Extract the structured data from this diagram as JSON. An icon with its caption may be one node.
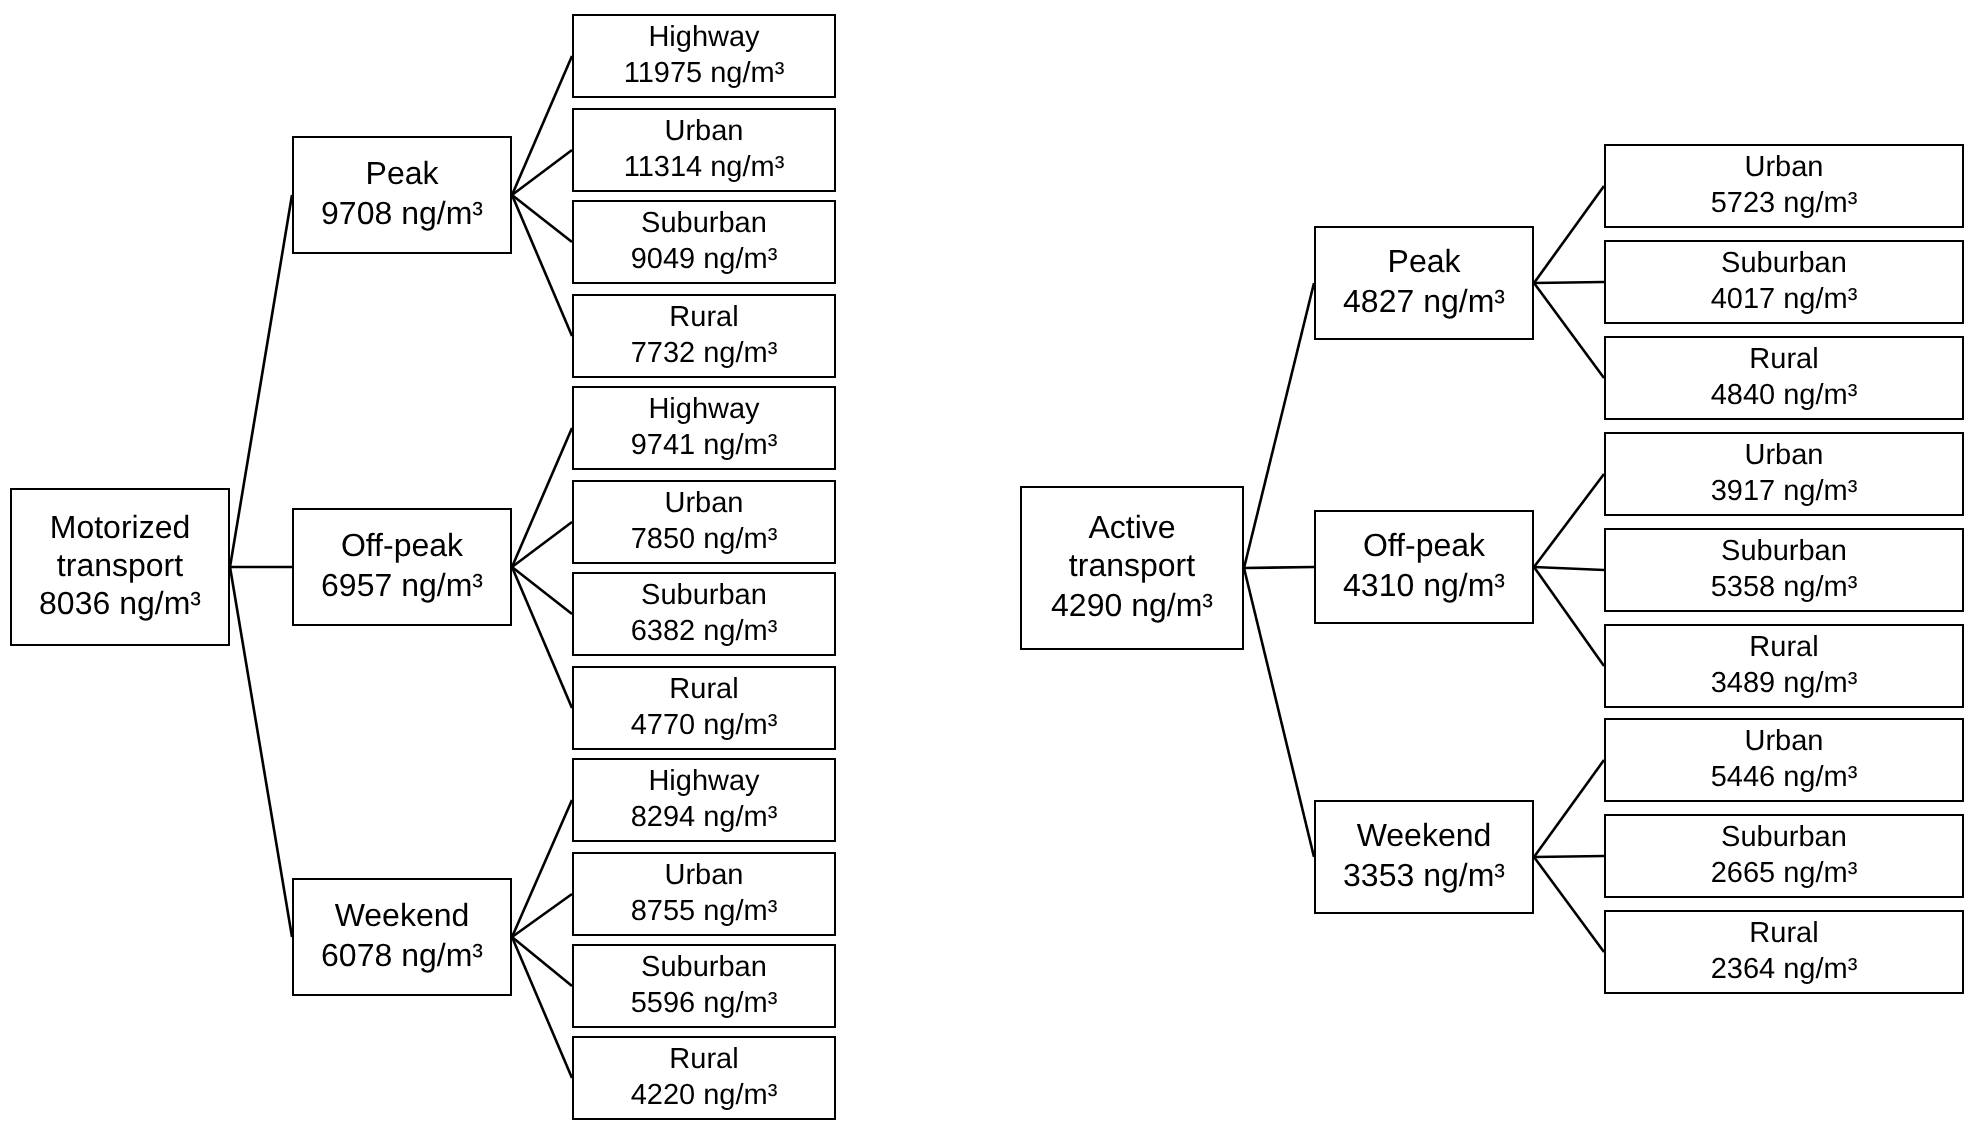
{
  "diagram": {
    "nodes": [
      {
        "text": [
          "Motorized transport",
          "8036 ng/m³"
        ]
      },
      {
        "text": [
          "Peak",
          "9708 ng/m³"
        ]
      },
      {
        "text": [
          "Highway",
          "11975 ng/m³"
        ]
      },
      {
        "text": [
          "Urban",
          "11314 ng/m³"
        ]
      },
      {
        "text": [
          "Suburban",
          "9049 ng/m³"
        ]
      },
      {
        "text": [
          "Rural",
          "7732 ng/m³"
        ]
      },
      {
        "text": [
          "Off-peak",
          "6957 ng/m³"
        ]
      },
      {
        "text": [
          "Highway",
          "9741 ng/m³"
        ]
      },
      {
        "text": [
          "Urban",
          "7850 ng/m³"
        ]
      },
      {
        "text": [
          "Suburban",
          "6382 ng/m³"
        ]
      },
      {
        "text": [
          "Rural",
          "4770 ng/m³"
        ]
      },
      {
        "text": [
          "Weekend",
          "6078 ng/m³"
        ]
      },
      {
        "text": [
          "Highway",
          "8294 ng/m³"
        ]
      },
      {
        "text": [
          "Urban",
          "8755 ng/m³"
        ]
      },
      {
        "text": [
          "Suburban",
          "5596 ng/m³"
        ]
      },
      {
        "text": [
          "Rural",
          "4220 ng/m³"
        ]
      },
      {
        "text": [
          "Active transport",
          "4290 ng/m³"
        ]
      },
      {
        "text": [
          "Peak",
          "4827 ng/m³"
        ]
      },
      {
        "text": [
          "Urban",
          "5723 ng/m³"
        ]
      },
      {
        "text": [
          "Suburban",
          "4017 ng/m³"
        ]
      },
      {
        "text": [
          "Rural",
          "4840 ng/m³"
        ]
      },
      {
        "text": [
          "Off-peak",
          "4310 ng/m³"
        ]
      },
      {
        "text": [
          "Urban",
          "3917 ng/m³"
        ]
      },
      {
        "text": [
          "Suburban",
          "5358 ng/m³"
        ]
      },
      {
        "text": [
          "Rural",
          "3489 ng/m³"
        ]
      },
      {
        "text": [
          "Weekend",
          "3353 ng/m³"
        ]
      },
      {
        "text": [
          "Urban",
          "5446 ng/m³"
        ]
      },
      {
        "text": [
          "Suburban",
          "2665 ng/m³"
        ]
      },
      {
        "text": [
          "Rural",
          "2364 ng/m³"
        ]
      }
    ],
    "edges": [
      {
        "from": 0,
        "to": 1,
        "arrow": "none"
      },
      {
        "from": 0,
        "to": 6,
        "arrow": "none"
      },
      {
        "from": 0,
        "to": 11,
        "arrow": "none"
      },
      {
        "from": 1,
        "to": 2,
        "arrow": "none"
      },
      {
        "from": 1,
        "to": 3,
        "arrow": "none"
      },
      {
        "from": 1,
        "to": 4,
        "arrow": "none"
      },
      {
        "from": 1,
        "to": 5,
        "arrow": "none"
      },
      {
        "from": 6,
        "to": 7,
        "arrow": "none"
      },
      {
        "from": 6,
        "to": 8,
        "arrow": "none"
      },
      {
        "from": 6,
        "to": 9,
        "arrow": "none"
      },
      {
        "from": 6,
        "to": 10,
        "arrow": "none"
      },
      {
        "from": 11,
        "to": 12,
        "arrow": "none"
      },
      {
        "from": 11,
        "to": 13,
        "arrow": "none"
      },
      {
        "from": 11,
        "to": 14,
        "arrow": "none"
      },
      {
        "from": 11,
        "to": 15,
        "arrow": "none"
      },
      {
        "from": 16,
        "to": 17,
        "arrow": "none"
      },
      {
        "from": 16,
        "to": 21,
        "arrow": "none"
      },
      {
        "from": 16,
        "to": 25,
        "arrow": "none"
      },
      {
        "from": 17,
        "to": 18,
        "arrow": "none"
      },
      {
        "from": 17,
        "to": 19,
        "arrow": "none"
      },
      {
        "from": 17,
        "to": 20,
        "arrow": "none"
      },
      {
        "from": 21,
        "to": 22,
        "arrow": "none"
      },
      {
        "from": 21,
        "to": 23,
        "arrow": "none"
      },
      {
        "from": 21,
        "to": 24,
        "arrow": "none"
      },
      {
        "from": 25,
        "to": 26,
        "arrow": "none"
      },
      {
        "from": 25,
        "to": 27,
        "arrow": "none"
      },
      {
        "from": 25,
        "to": 28,
        "arrow": "none"
      }
    ]
  }
}
